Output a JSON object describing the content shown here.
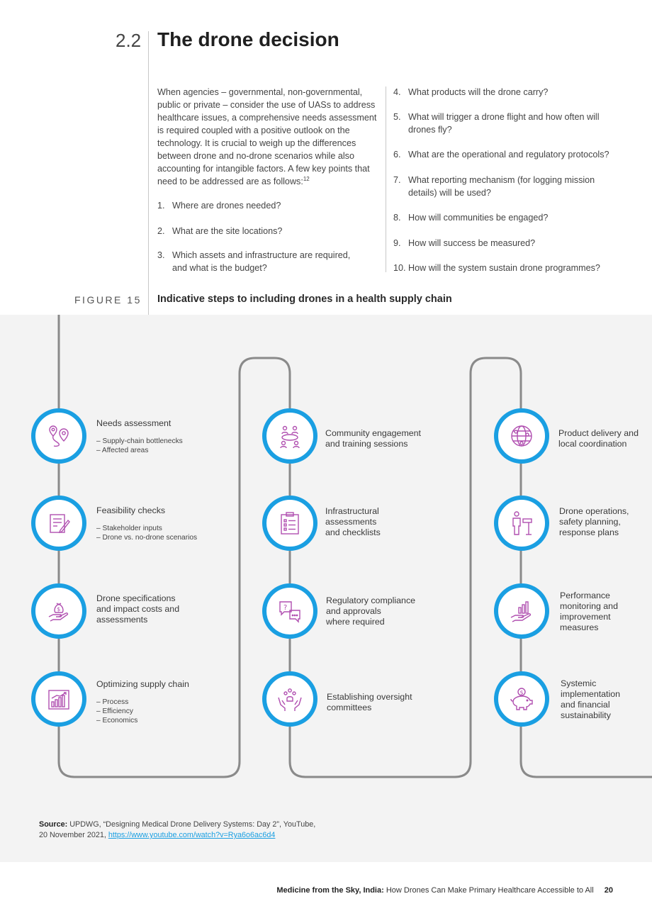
{
  "section": {
    "number": "2.2",
    "title": "The drone decision"
  },
  "intro": {
    "text": "When agencies – governmental, non-governmental, public or private – consider the use of UASs to address healthcare issues, a comprehensive needs assessment is required coupled with a positive outlook on the technology. It is crucial to weigh up the differences between drone and no-drone scenarios while also accounting for intangible factors. A few key points that need to be addressed are as follows:",
    "footnote": "12"
  },
  "questions": [
    {
      "num": "1.",
      "text": "Where are drones needed?"
    },
    {
      "num": "2.",
      "text": "What are the site locations?"
    },
    {
      "num": "3.",
      "line1": "Which assets and infrastructure are required,",
      "line2": "and what is the budget?"
    },
    {
      "num": "4.",
      "text": "What products will the drone carry?"
    },
    {
      "num": "5.",
      "line1": "What will trigger a drone flight and how often will",
      "line2": "drones fly?"
    },
    {
      "num": "6.",
      "text": "What are the operational and regulatory protocols?"
    },
    {
      "num": "7.",
      "line1": "What reporting mechanism (for logging mission",
      "line2": "details) will be used?"
    },
    {
      "num": "8.",
      "text": "How will communities be engaged?"
    },
    {
      "num": "9.",
      "text": "How will success be measured?"
    },
    {
      "num": "10.",
      "text": "How will the system sustain drone programmes?"
    }
  ],
  "figure": {
    "label": "FIGURE 15",
    "title": "Indicative steps to including drones in a health supply chain",
    "accent_color": "#1a9fe2",
    "icon_color": "#b04fb0",
    "path_color": "#8a8a8a",
    "steps": [
      {
        "icon": "map-pins-icon",
        "title": "Needs assessment",
        "bullets": [
          "–  Supply-chain bottlenecks",
          "–  Affected areas"
        ]
      },
      {
        "icon": "checklist-pen-icon",
        "title": "Feasibility checks",
        "bullets": [
          "–  Stakeholder inputs",
          "–  Drone vs. no-drone scenarios"
        ]
      },
      {
        "icon": "hand-money-bag-icon",
        "lines": [
          "Drone specifications",
          "and impact costs and",
          "assessments"
        ]
      },
      {
        "icon": "bar-chart-growth-icon",
        "title": "Optimizing supply chain",
        "bullets": [
          "–  Process",
          "–  Efficiency",
          "–  Economics"
        ]
      },
      {
        "icon": "people-meeting-icon",
        "lines": [
          "Community engagement",
          "and training sessions"
        ]
      },
      {
        "icon": "clipboard-checklist-icon",
        "lines": [
          "Infrastructural",
          "assessments",
          "and checklists"
        ]
      },
      {
        "icon": "speech-bubbles-question-icon",
        "lines": [
          "Regulatory compliance",
          "and approvals",
          "where required"
        ]
      },
      {
        "icon": "hands-team-icon",
        "lines": [
          "Establishing oversight",
          "committees"
        ]
      },
      {
        "icon": "globe-network-icon",
        "lines": [
          "Product delivery and",
          "local coordination"
        ]
      },
      {
        "icon": "person-signpost-icon",
        "lines": [
          "Drone operations,",
          "safety planning,",
          "response plans"
        ]
      },
      {
        "icon": "hand-growth-chart-icon",
        "lines": [
          "Performance",
          "monitoring and",
          "improvement",
          "measures"
        ]
      },
      {
        "icon": "piggy-bank-icon",
        "lines": [
          "Systemic",
          "implementation",
          "and financial",
          "sustainability"
        ]
      }
    ]
  },
  "source": {
    "label": "Source:",
    "text": "UPDWG, “Designing Medical Drone Delivery Systems: Day 2”, YouTube,",
    "line2": "20 November 2021,",
    "link": "https://www.youtube.com/watch?v=Rya6o6ac6d4"
  },
  "footer": {
    "title": "Medicine from the Sky, India:",
    "subtitle": "How Drones Can Make Primary Healthcare Accessible to All",
    "page": "20"
  }
}
